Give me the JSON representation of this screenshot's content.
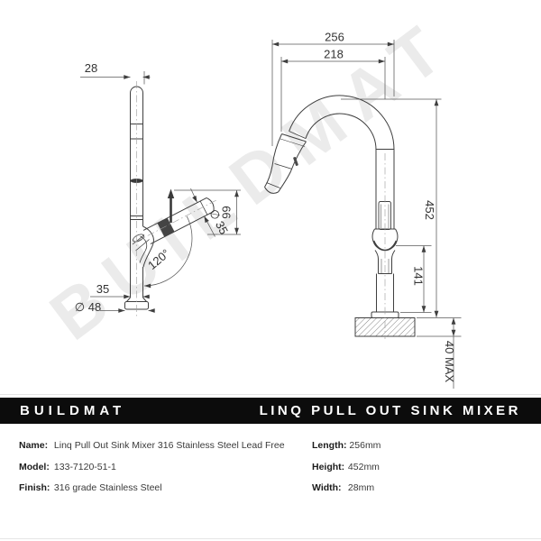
{
  "watermark_text": "BUILDMAT",
  "banner": {
    "brand": "BUILDMAT",
    "title": "LINQ PULL OUT SINK MIXER"
  },
  "specs": {
    "left": [
      {
        "label": "Name:",
        "value": "Linq Pull Out Sink Mixer 316 Stainless Steel Lead Free"
      },
      {
        "label": "Model:",
        "value": "133-7120-51-1"
      },
      {
        "label": "Finish:",
        "value": "316 grade Stainless Steel"
      }
    ],
    "right": [
      {
        "label": "Length:",
        "value": "256mm"
      },
      {
        "label": "Height:",
        "value": "452mm"
      },
      {
        "label": "Width:",
        "value": "28mm"
      }
    ]
  },
  "drawing": {
    "side_view": {
      "spout_width": "28",
      "handle_height": "66",
      "handle_diameter": "∅ 35",
      "handle_angle": "120°",
      "body_width": "35",
      "base_diameter": "∅ 48"
    },
    "front_view": {
      "overall_length": "256",
      "spout_reach": "218",
      "overall_height": "452",
      "outlet_height": "141",
      "deck_thickness": "40 MAX"
    }
  },
  "colors": {
    "line": "#3f3f3f",
    "dim_line": "#5a5a5a",
    "banner_bg": "#0c0c0c",
    "banner_text": "#ffffff",
    "watermark": "#ebebeb"
  }
}
